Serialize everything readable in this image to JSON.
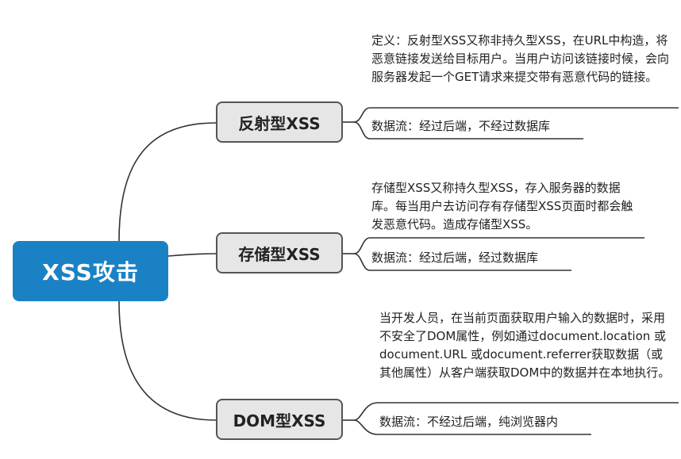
{
  "root": {
    "label": "XSS攻击"
  },
  "branches": [
    {
      "title": "反射型XSS",
      "definition": "定义：反射型XSS又称非持久型XSS，在URL中构造，将恶意链接发送给目标用户。当用户访问该链接时候，会向服务器发起一个GET请求来提交带有恶意代码的链接。",
      "data_flow": "数据流：经过后端，不经过数据库"
    },
    {
      "title": "存储型XSS",
      "definition": "存储型XSS又称持久型XSS，存入服务器的数据库。每当用户去访问存有存储型XSS页面时都会触发恶意代码。造成存储型XSS。",
      "data_flow": "数据流：经过后端，经过数据库"
    },
    {
      "title": "DOM型XSS",
      "definition": "当开发人员，在当前页面获取用户输入的数据时，采用不安全了DOM属性，例如通过document.location 或document.URL 或document.referrer获取数据（或其他属性）从客户端获取DOM中的数据并在本地执行。",
      "data_flow": "数据流：不经过后端，纯浏览器内"
    }
  ],
  "colors": {
    "root": "#1a82c4",
    "topic_fill": "#e6e6e6",
    "line": "#333333"
  }
}
